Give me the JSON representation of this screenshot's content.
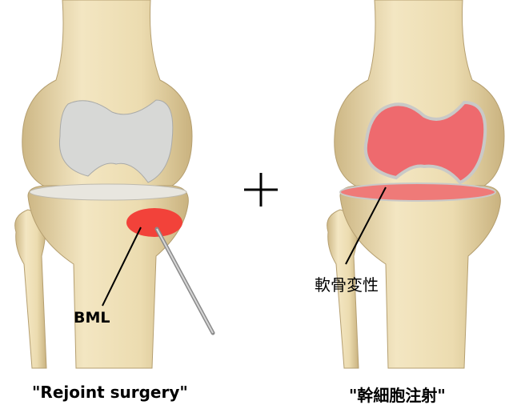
{
  "left_panel": {
    "label_bml": "BML",
    "caption": "\"Rejoint surgery\""
  },
  "operator": "+",
  "right_panel": {
    "label_cartilage": "軟骨変性",
    "caption": "\"幹細胞注射\""
  },
  "colors": {
    "bone": "#ecdcb0",
    "cartilage": "#d7d8d6",
    "lesion": "#f2423a",
    "inflamed_cartilage": "#ee6a6e"
  }
}
